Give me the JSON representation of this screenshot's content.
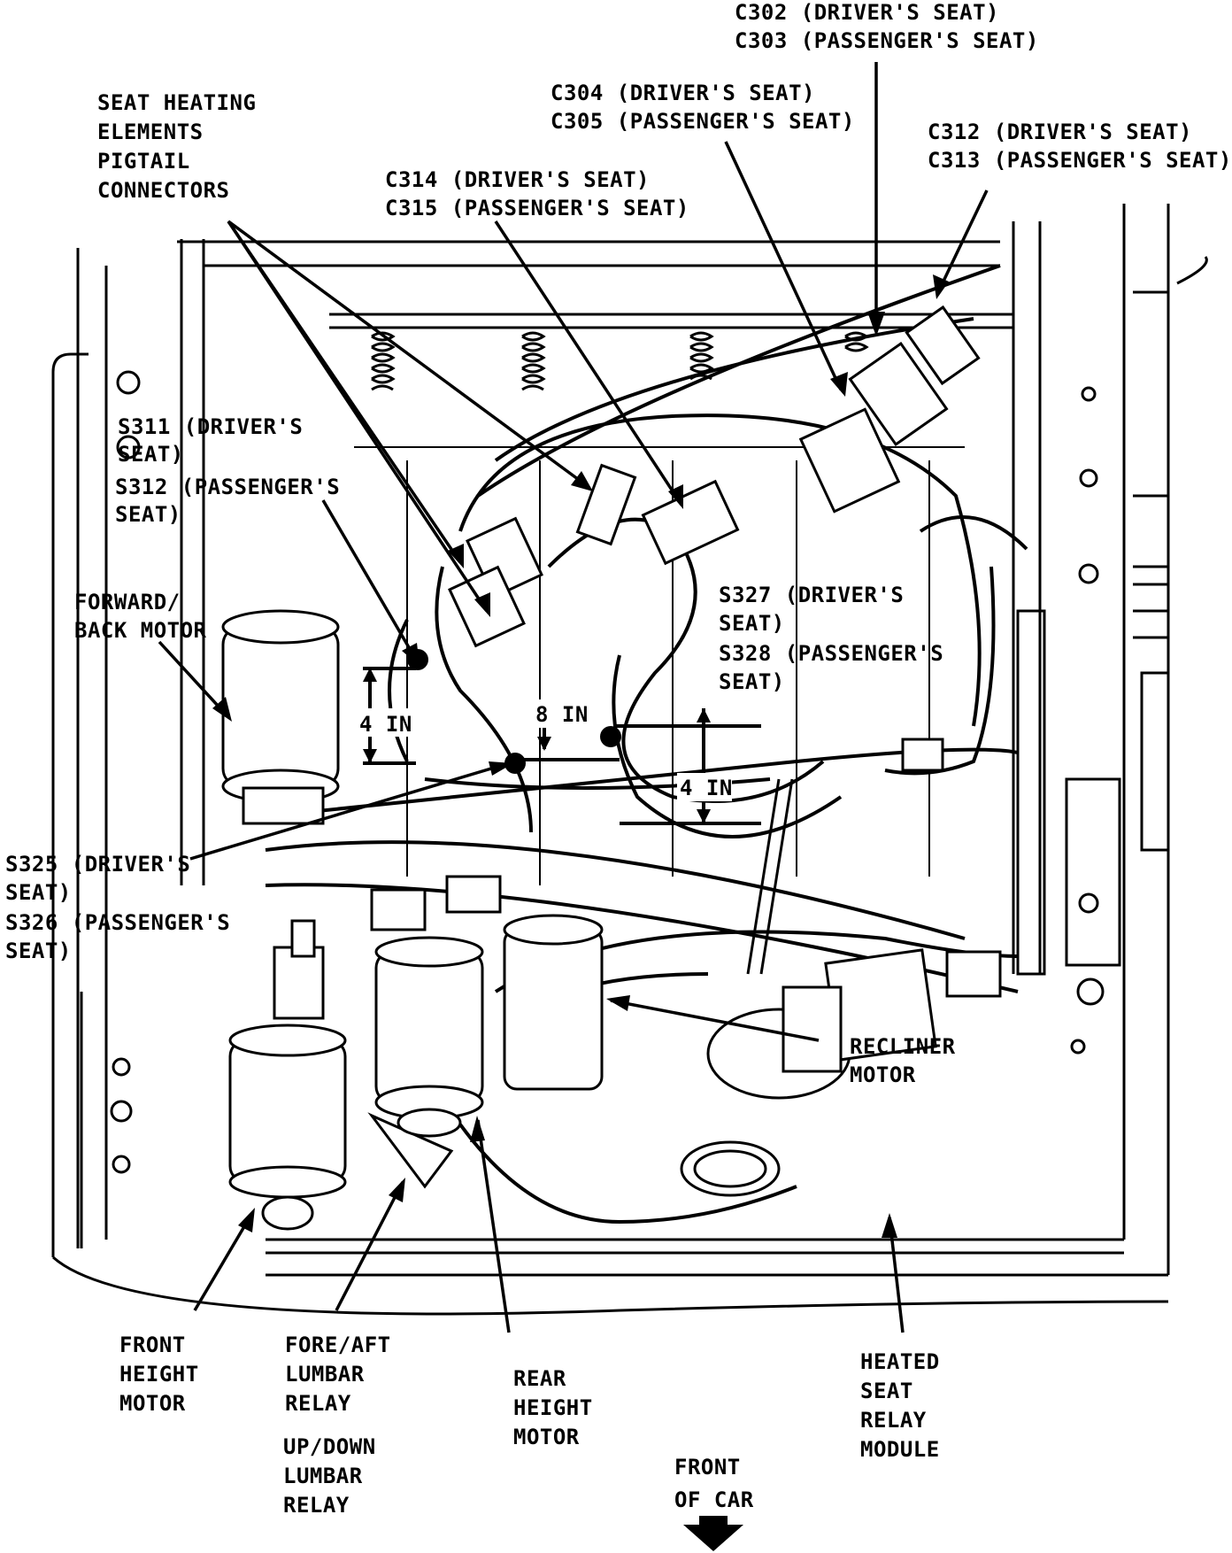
{
  "labels": {
    "c302_c303": [
      "C302 (DRIVER'S SEAT)",
      "C303 (PASSENGER'S SEAT)"
    ],
    "c304_c305": [
      "C304 (DRIVER'S SEAT)",
      "C305 (PASSENGER'S SEAT)"
    ],
    "c312_c313": [
      "C312 (DRIVER'S SEAT)",
      "C313 (PASSENGER'S SEAT)"
    ],
    "c314_c315": [
      "C314 (DRIVER'S SEAT)",
      "C315 (PASSENGER'S SEAT)"
    ],
    "seat_heating": [
      "SEAT HEATING",
      "ELEMENTS",
      "PIGTAIL",
      "CONNECTORS"
    ],
    "s311_s312": [
      "S311 (DRIVER'S",
      "SEAT)",
      "S312 (PASSENGER'S",
      "SEAT)"
    ],
    "s327_s328": [
      "S327 (DRIVER'S",
      "SEAT)",
      "S328 (PASSENGER'S",
      "SEAT)"
    ],
    "forward_back_motor": [
      "FORWARD/",
      "BACK MOTOR"
    ],
    "s325_s326": [
      "S325 (DRIVER'S",
      "SEAT)",
      "S326 (PASSENGER'S",
      "SEAT)"
    ],
    "recliner_motor": [
      "RECLINER",
      "MOTOR"
    ],
    "front_height_motor": [
      "FRONT",
      "HEIGHT",
      "MOTOR"
    ],
    "fore_aft_lumbar_relay": [
      "FORE/AFT",
      "LUMBAR",
      "RELAY"
    ],
    "up_down_lumbar_relay": [
      "UP/DOWN",
      "LUMBAR",
      "RELAY"
    ],
    "rear_height_motor": [
      "REAR",
      "HEIGHT",
      "MOTOR"
    ],
    "heated_seat_relay_module": [
      "HEATED",
      "SEAT",
      "RELAY",
      "MODULE"
    ],
    "front_of_car": [
      "FRONT",
      "OF CAR"
    ]
  },
  "dimensions": {
    "left_splice": "4 IN",
    "middle_splice": "8 IN",
    "right_splice": "4 IN"
  },
  "icons": [
    "front-direction-arrow-icon"
  ]
}
